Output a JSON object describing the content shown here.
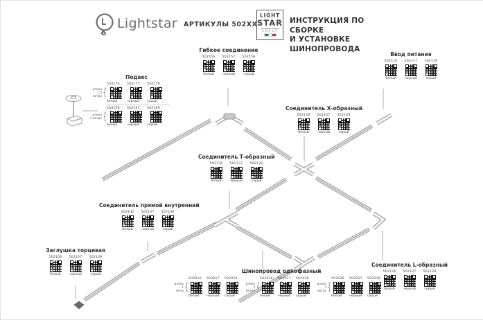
{
  "header": {
    "brand": "Lightstar",
    "articles_label": "АРТИКУЛЫ 502XXX",
    "group_logo": {
      "line1": "LIGHT",
      "line2": "STAR",
      "line3": "GROUP"
    },
    "title_line1": "ИНСТРУКЦИЯ ПО СБОРКЕ",
    "title_line2": "И УСТАНОВКЕ ШИНОПРОВОДА"
  },
  "colors": {
    "text": "#3c3c3c",
    "diagram_line": "#9a9a9a",
    "flag_green": "#009246",
    "flag_red": "#ce2b37"
  },
  "sections": {
    "gibkoe": {
      "title": "Гибкое соединение",
      "items": [
        {
          "code": "502156",
          "color": "белый"
        },
        {
          "code": "502157",
          "color": "черный"
        },
        {
          "code": "502159",
          "color": "серый"
        }
      ]
    },
    "vvod": {
      "title": "Ввод питания",
      "items": [
        {
          "code": "502116",
          "color": "белый"
        },
        {
          "code": "502117",
          "color": "черный"
        },
        {
          "code": "502119",
          "color": "серый"
        }
      ]
    },
    "podves": {
      "title": "Подвес",
      "rows": [
        {
          "length_line1": "длина",
          "length_line2": "1,5 метра",
          "items": [
            {
              "code": "504176",
              "color": "белый"
            },
            {
              "code": "504177",
              "color": "черный"
            },
            {
              "code": "504179",
              "color": "серый"
            }
          ]
        },
        {
          "length_line1": "длина",
          "length_line2": "3 метра",
          "items": [
            {
              "code": "504196",
              "color": "белый"
            },
            {
              "code": "504197",
              "color": "черный"
            },
            {
              "code": "504199",
              "color": "серый"
            }
          ]
        }
      ]
    },
    "x_conn": {
      "title": "Соединитель Х-образный",
      "items": [
        {
          "code": "502146",
          "color": "белый"
        },
        {
          "code": "502147",
          "color": "черный"
        },
        {
          "code": "502149",
          "color": "серый"
        }
      ]
    },
    "t_conn": {
      "title": "Соединитель Т-образный",
      "items": [
        {
          "code": "502136",
          "color": "белый"
        },
        {
          "code": "502137",
          "color": "черный"
        },
        {
          "code": "502139",
          "color": "серый"
        }
      ]
    },
    "straight": {
      "title": "Соединитель прямой внутренний",
      "items": [
        {
          "code": "502106",
          "color": "белый"
        },
        {
          "code": "502107",
          "color": "черный"
        },
        {
          "code": "502109",
          "color": "серый"
        }
      ]
    },
    "zaglushka": {
      "title": "Заглушка торцевая",
      "items": [
        {
          "code": "502166",
          "color": "белый"
        },
        {
          "code": "502167",
          "color": "черный"
        },
        {
          "code": "502169",
          "color": "серый"
        }
      ]
    },
    "l_conn": {
      "title": "Соединитель L-образный",
      "items": [
        {
          "code": "502126",
          "color": "белый"
        },
        {
          "code": "502127",
          "color": "черный"
        },
        {
          "code": "502129",
          "color": "серый"
        }
      ]
    },
    "shino": {
      "title": "Шинопровод однофазный",
      "groups": [
        {
          "length_line1": "длина",
          "length_line2": "1 метр",
          "items": [
            {
              "code": "502016",
              "color": "белый"
            },
            {
              "code": "502017",
              "color": "черный"
            },
            {
              "code": "502019",
              "color": "серый"
            }
          ]
        },
        {
          "length_line1": "длина",
          "length_line2": "2 метра",
          "items": [
            {
              "code": "502026",
              "color": "белый"
            },
            {
              "code": "502027",
              "color": "черный"
            },
            {
              "code": "502029",
              "color": "серый"
            }
          ]
        },
        {
          "length_line1": "длина",
          "length_line2": "3 метра",
          "items": [
            {
              "code": "502036",
              "color": "белый"
            },
            {
              "code": "502037",
              "color": "черный"
            },
            {
              "code": "502039",
              "color": "серый"
            }
          ]
        }
      ]
    }
  }
}
